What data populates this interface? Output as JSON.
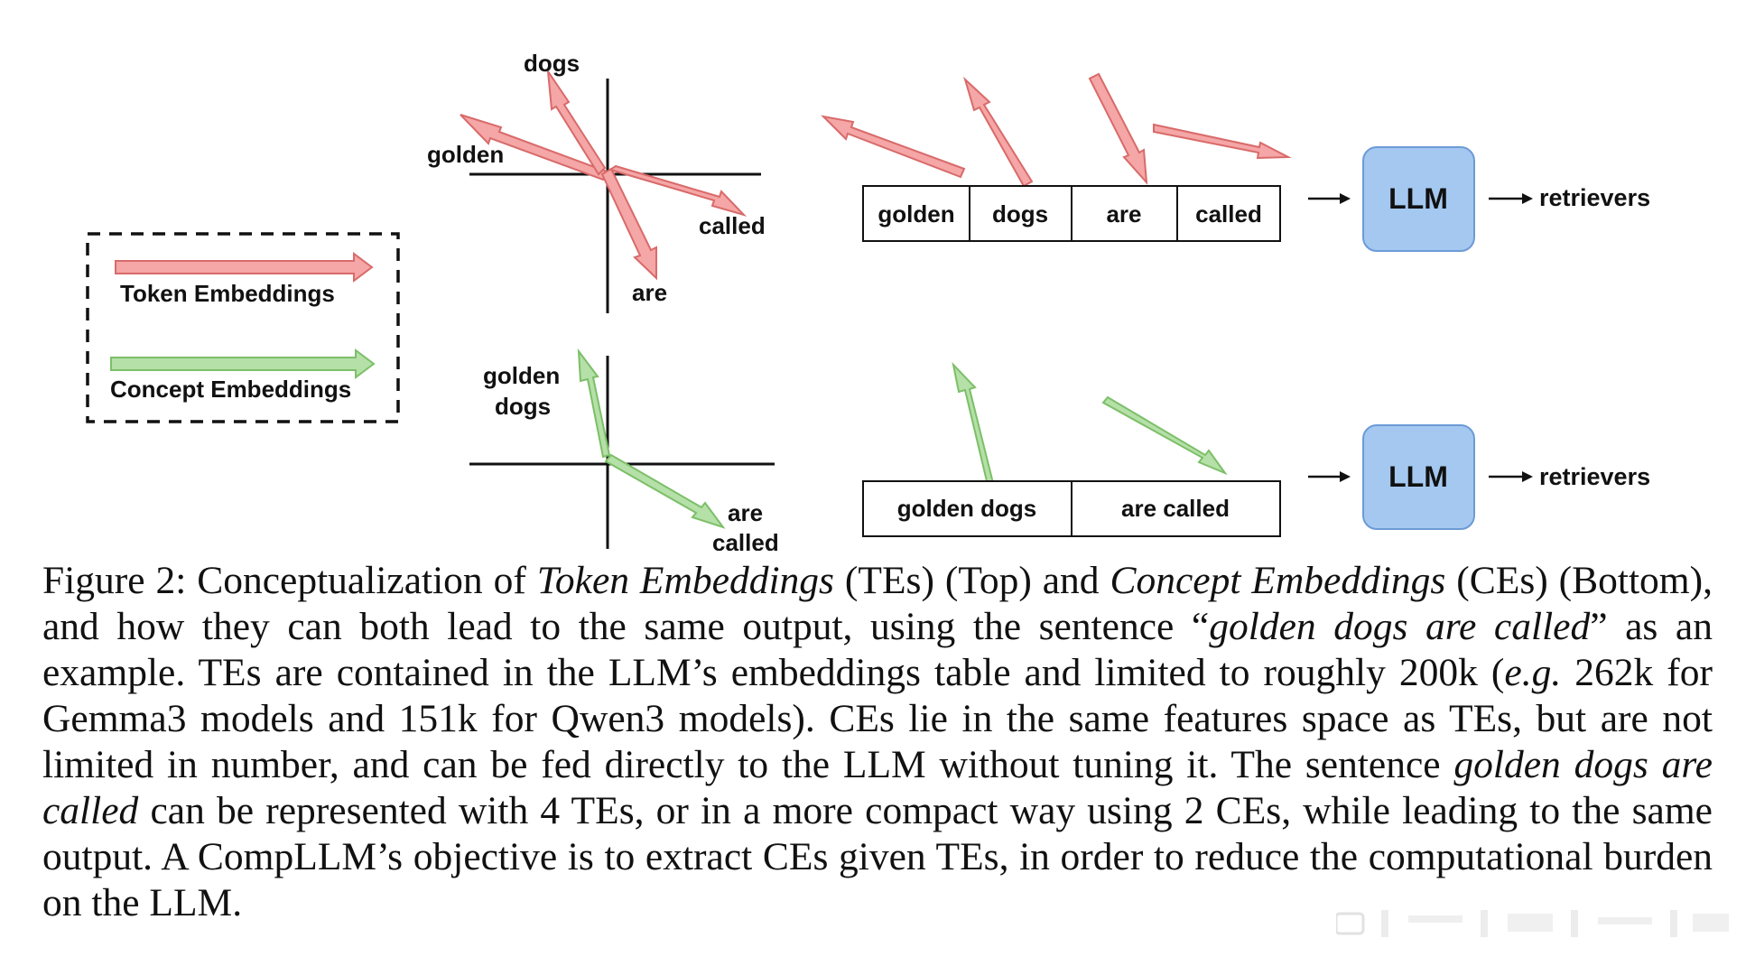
{
  "legend": {
    "token_label": "Token Embeddings",
    "concept_label": "Concept Embeddings"
  },
  "colors": {
    "token_fill": "#f5a6a6",
    "token_stroke": "#d96a6a",
    "concept_fill": "#b5e0a8",
    "concept_stroke": "#7cbf68",
    "llm_fill": "#a4c8f0",
    "llm_stroke": "#6c9bd6"
  },
  "top_plot": {
    "labels": {
      "dogs": "dogs",
      "golden": "golden",
      "called": "called",
      "are": "are"
    }
  },
  "bottom_plot": {
    "labels": {
      "golden_dogs_1": "golden",
      "golden_dogs_2": "dogs",
      "are_called_1": "are",
      "are_called_2": "called"
    }
  },
  "top_tokens": [
    "golden",
    "dogs",
    "are",
    "called"
  ],
  "bottom_tokens": [
    "golden dogs",
    "are called"
  ],
  "pipeline": {
    "top_llm": "LLM",
    "bottom_llm": "LLM",
    "top_output": "retrievers",
    "bottom_output": "retrievers"
  },
  "caption": {
    "figure_label": "Figure 2:",
    "t1": " Conceptualization of ",
    "i1": "Token Embeddings",
    "t2": " (TEs) (Top) and ",
    "i2": "Concept Embeddings",
    "t3": " (CEs) (Bottom), and how they can both lead to the same output, using the sentence “",
    "i3": "golden dogs are called",
    "t4": "” as an example. TEs are contained in the LLM’s embeddings table and limited to roughly 200k (",
    "i4": "e.g.",
    "t5": " 262k for Gemma3 models and 151k for Qwen3 models). CEs lie in the same features space as TEs, but are not limited in number, and can be fed directly to the LLM without tuning it. The sentence ",
    "i5": "golden dogs are called",
    "t6": " can be represented with 4 TEs, or in a more compact way using 2 CEs, while leading to the same output. A CompLLM’s objective is to extract CEs given TEs, in order to reduce the computational burden on the LLM."
  }
}
